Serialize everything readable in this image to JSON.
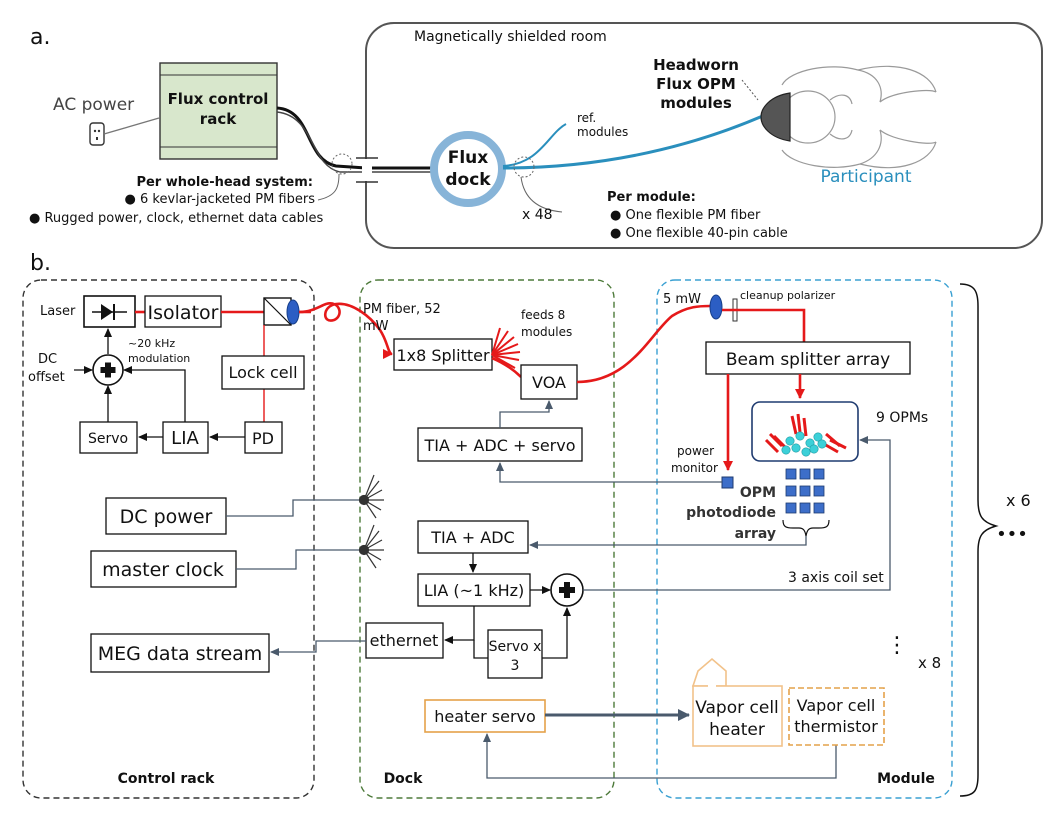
{
  "panel_a": {
    "label": "a.",
    "room_title": "Magnetically shielded room",
    "ac_power": "AC power",
    "rack_line1": "Flux control",
    "rack_line2": "rack",
    "per_system_title": "Per whole-head system:",
    "per_system_item1": "6 kevlar-jacketed PM fibers",
    "per_system_item2": "Rugged power, clock, ethernet data cables",
    "dock_line1": "Flux",
    "dock_line2": "dock",
    "ref_line1": "ref.",
    "ref_line2": "modules",
    "x48": "x 48",
    "headworn_line1": "Headworn",
    "headworn_line2": "Flux OPM",
    "headworn_line3": "modules",
    "participant": "Participant",
    "per_module_title": "Per module:",
    "per_module_item1": "One flexible PM fiber",
    "per_module_item2": "One flexible 40-pin cable"
  },
  "panel_b": {
    "label": "b.",
    "control_rack": {
      "title": "Control rack",
      "laser": "Laser",
      "isolator": "Isolator",
      "lock_cell": "Lock cell",
      "modulation_line1": "~20 kHz",
      "modulation_line2": "modulation",
      "dc_line1": "DC",
      "dc_line2": "offset",
      "servo": "Servo",
      "lia": "LIA",
      "pd": "PD",
      "dc_power": "DC power",
      "master_clock": "master clock",
      "meg_stream": "MEG data stream"
    },
    "dock": {
      "title": "Dock",
      "pm_fiber_line1": "PM fiber, 52",
      "pm_fiber_line2": "mW",
      "splitter": "1x8 Splitter",
      "feeds_line1": "feeds 8",
      "feeds_line2": "modules",
      "voa": "VOA",
      "tia_servo": "TIA + ADC + servo",
      "tia_adc": "TIA + ADC",
      "lia_1k": "LIA (~1 kHz)",
      "ethernet": "ethernet",
      "servo_x3_line1": "Servo x",
      "servo_x3_line2": "3",
      "heater_servo": "heater servo"
    },
    "module": {
      "title": "Module",
      "five_mw": "5 mW",
      "cleanup": "cleanup polarizer",
      "beam_splitter": "Beam splitter array",
      "nine_opms": "9 OPMs",
      "power_line1": "power",
      "power_line2": "monitor",
      "opm_line1": "OPM",
      "opm_line2": "photodiode",
      "opm_line3": "array",
      "coil": "3 axis coil set",
      "heater_line1": "Vapor cell",
      "heater_line2": "heater",
      "therm_line1": "Vapor cell",
      "therm_line2": "thermistor"
    },
    "x6": "x 6",
    "x8": "x 8"
  },
  "colors": {
    "laser_red": "#e5191a",
    "rack_green": "#d8e7cc",
    "fiber_blue": "#2a8fbd",
    "dock_ring": "#87b4d8",
    "dock_border": "#4d7a3a",
    "module_border": "#3aa0d2",
    "heater_orange": "#e4a24a",
    "signal_gray": "#4a5a6c",
    "opm_blue": "#3d6ec9",
    "opm_cyan": "#3cd0d8"
  }
}
